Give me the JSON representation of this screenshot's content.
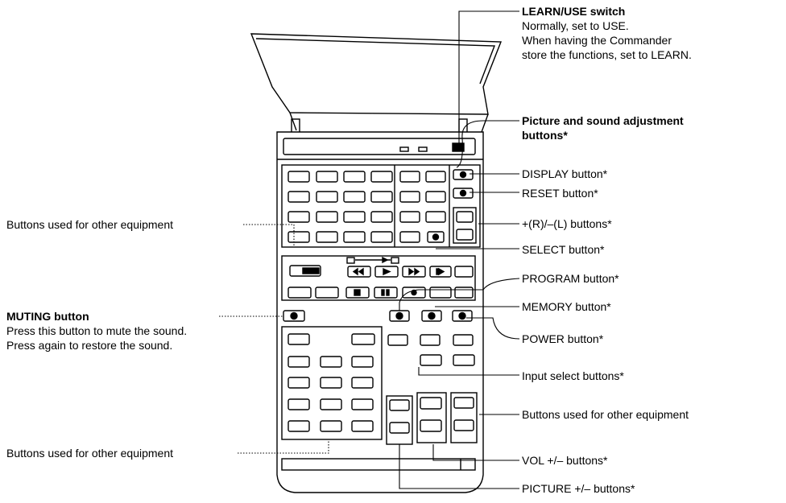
{
  "labels": {
    "learn_use": {
      "title": "LEARN/USE switch",
      "notes": [
        "Normally, set to USE.",
        "When having the Commander",
        "store the functions, set to LEARN."
      ]
    },
    "picture_sound": {
      "title": "Picture and sound adjustment",
      "title2": "buttons*"
    },
    "display": "DISPLAY button*",
    "reset": "RESET button*",
    "r_l": "+(R)/–(L) buttons*",
    "select": "SELECT button*",
    "program": "PROGRAM button*",
    "memory": "MEMORY button*",
    "power": "POWER button*",
    "input_select": "Input select buttons*",
    "other_right": "Buttons used for other equipment",
    "vol": "VOL +/– buttons*",
    "picture": "PICTURE +/– buttons*",
    "other_left_top": "Buttons used for other equipment",
    "other_left_bottom": "Buttons used for other equipment",
    "muting": {
      "title": "MUTING button",
      "notes": [
        "Press this button to mute the sound.",
        "Press again to restore the sound."
      ]
    }
  },
  "icon_names": [
    "remote-commander",
    "leader-line"
  ],
  "colors": {
    "ink": "#000000",
    "paper": "#ffffff"
  }
}
